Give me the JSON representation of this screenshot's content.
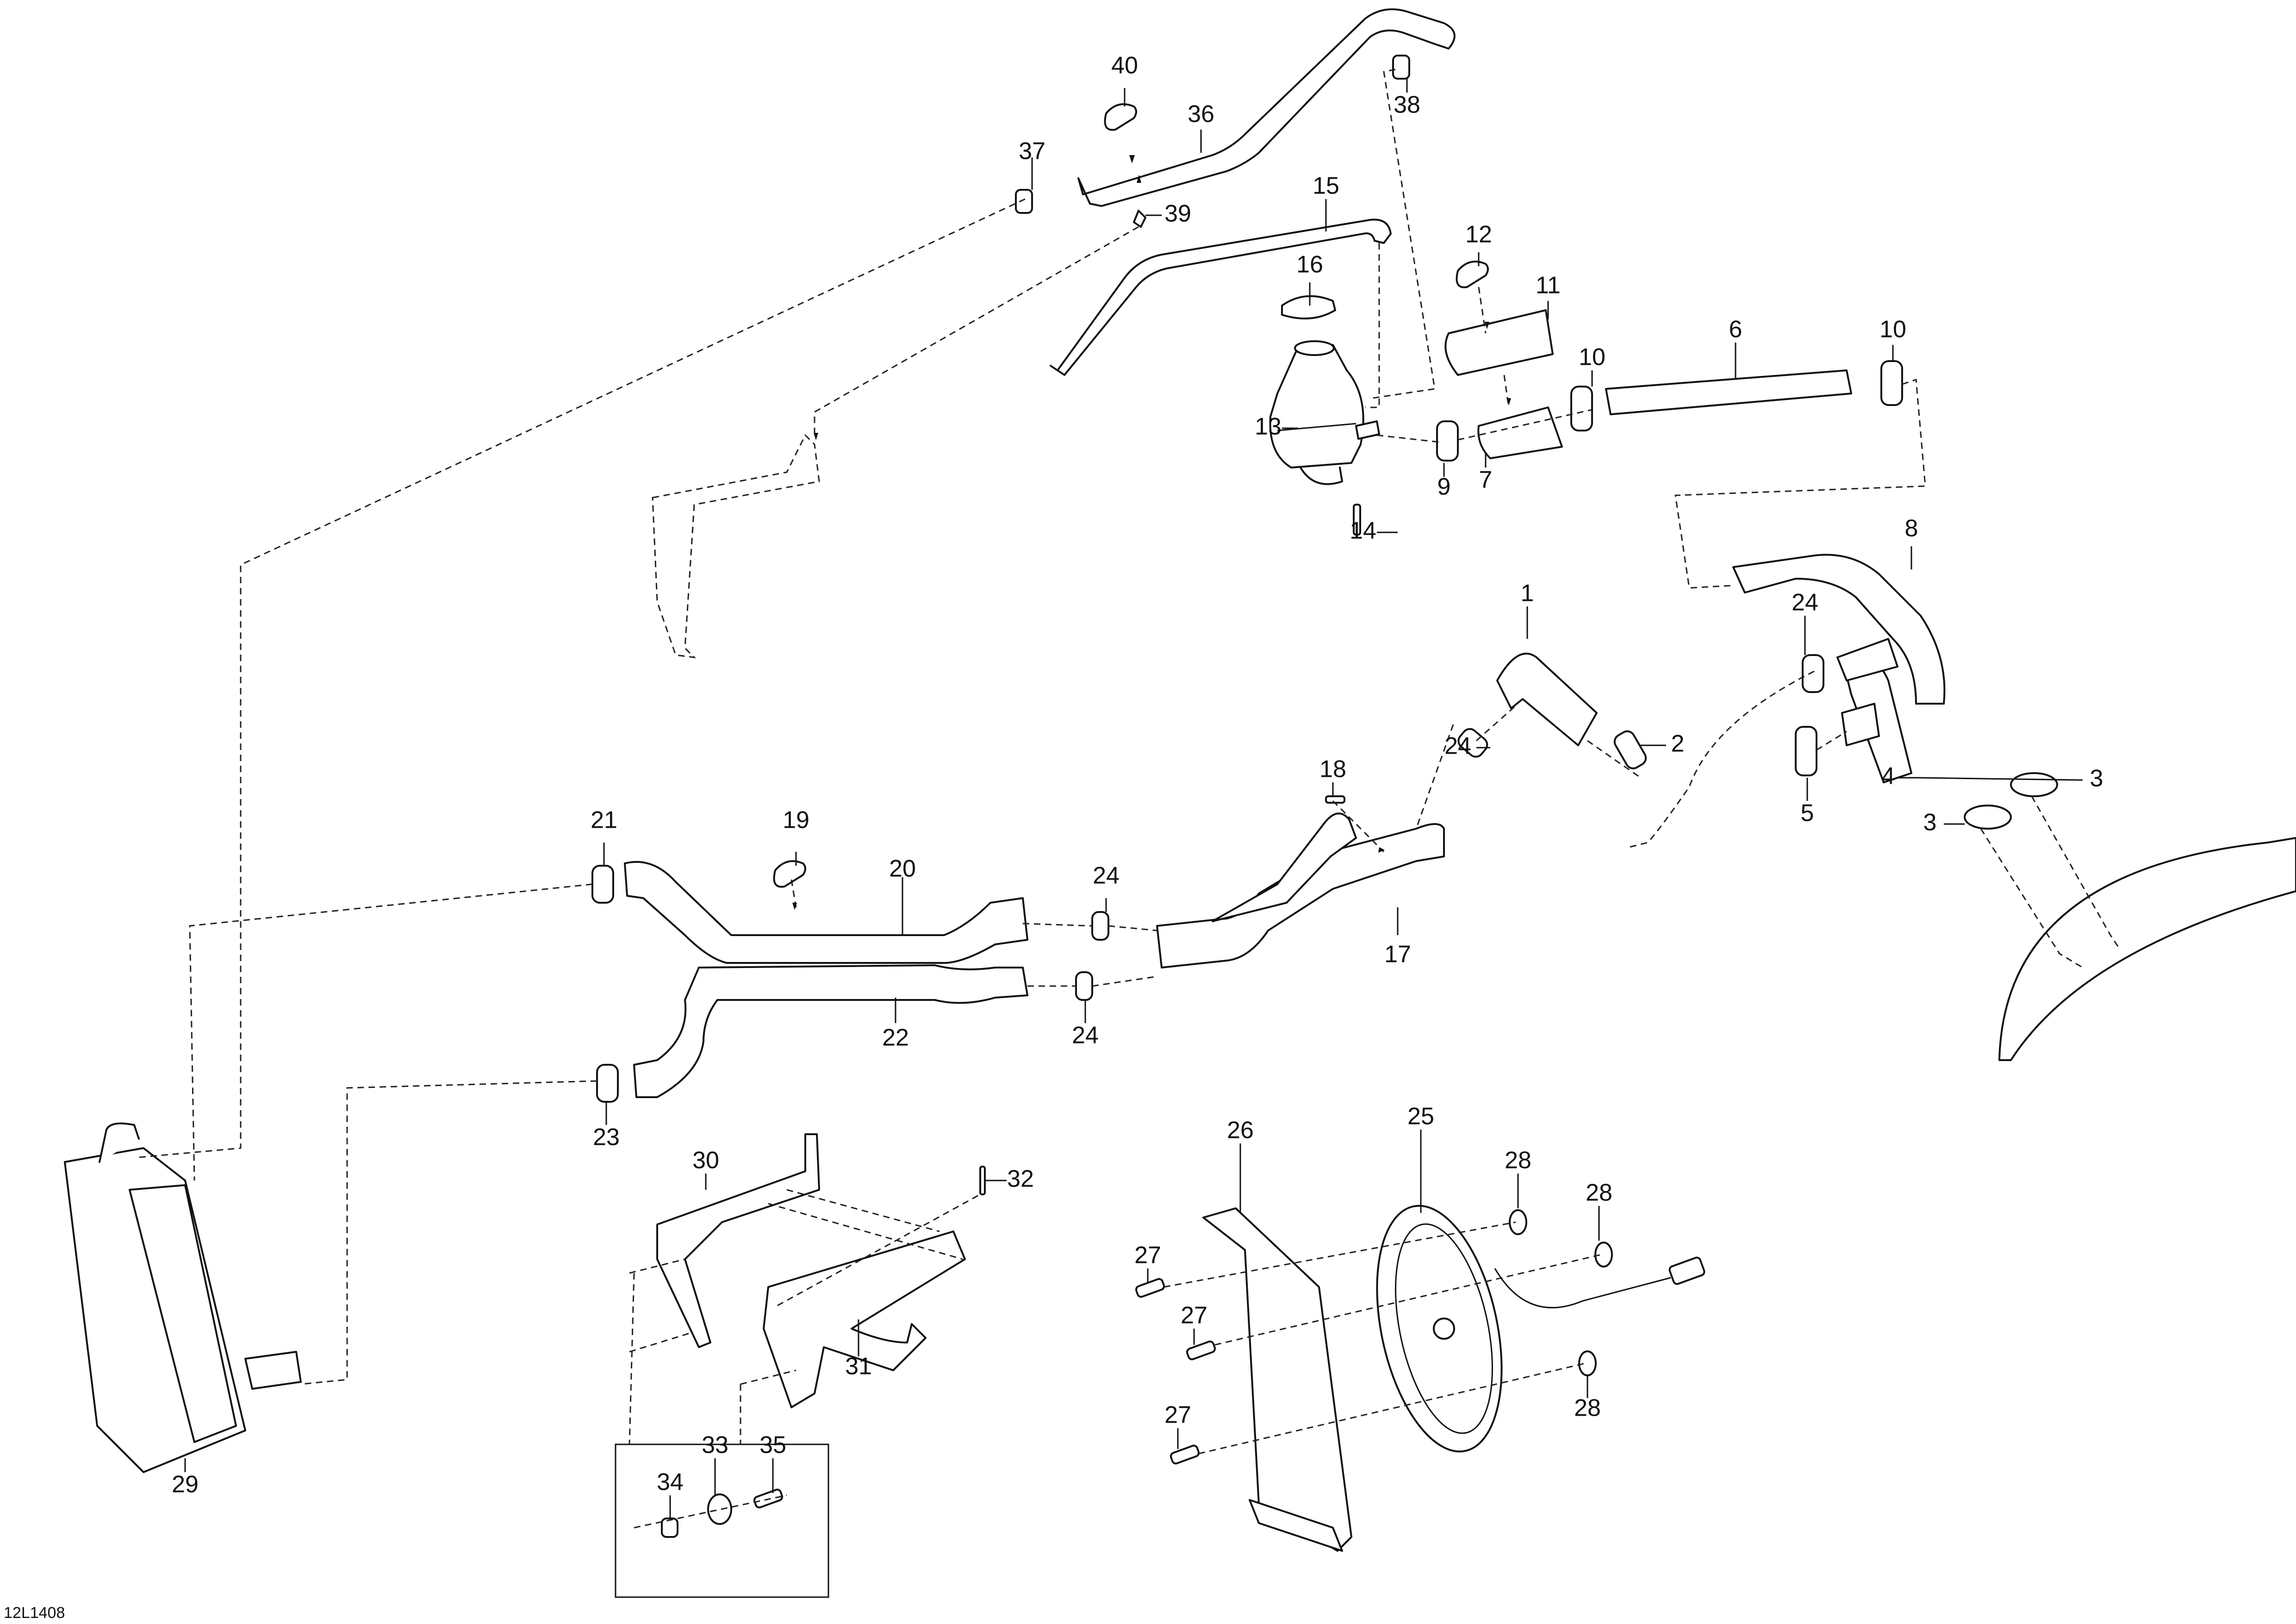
{
  "diagram": {
    "type": "exploded-parts-diagram",
    "subject": "cooling system hoses, reservoir, radiator and fan",
    "figure_id": "12L1408",
    "callouts": [
      {
        "id": "c1",
        "label": "1"
      },
      {
        "id": "c2",
        "label": "2"
      },
      {
        "id": "c3a",
        "label": "3"
      },
      {
        "id": "c3b",
        "label": "3"
      },
      {
        "id": "c4",
        "label": "4"
      },
      {
        "id": "c5",
        "label": "5"
      },
      {
        "id": "c6",
        "label": "6"
      },
      {
        "id": "c7",
        "label": "7"
      },
      {
        "id": "c8",
        "label": "8"
      },
      {
        "id": "c9",
        "label": "9"
      },
      {
        "id": "c10a",
        "label": "10"
      },
      {
        "id": "c10b",
        "label": "10"
      },
      {
        "id": "c11",
        "label": "11"
      },
      {
        "id": "c12",
        "label": "12"
      },
      {
        "id": "c13",
        "label": "13"
      },
      {
        "id": "c14",
        "label": "14"
      },
      {
        "id": "c15",
        "label": "15"
      },
      {
        "id": "c16",
        "label": "16"
      },
      {
        "id": "c17",
        "label": "17"
      },
      {
        "id": "c18",
        "label": "18"
      },
      {
        "id": "c19",
        "label": "19"
      },
      {
        "id": "c20",
        "label": "20"
      },
      {
        "id": "c21",
        "label": "21"
      },
      {
        "id": "c22",
        "label": "22"
      },
      {
        "id": "c23",
        "label": "23"
      },
      {
        "id": "c24a",
        "label": "24"
      },
      {
        "id": "c24b",
        "label": "24"
      },
      {
        "id": "c24c",
        "label": "24"
      },
      {
        "id": "c24d",
        "label": "24"
      },
      {
        "id": "c25",
        "label": "25"
      },
      {
        "id": "c26",
        "label": "26"
      },
      {
        "id": "c27a",
        "label": "27"
      },
      {
        "id": "c27b",
        "label": "27"
      },
      {
        "id": "c27c",
        "label": "27"
      },
      {
        "id": "c28a",
        "label": "28"
      },
      {
        "id": "c28b",
        "label": "28"
      },
      {
        "id": "c28c",
        "label": "28"
      },
      {
        "id": "c29",
        "label": "29"
      },
      {
        "id": "c30",
        "label": "30"
      },
      {
        "id": "c31",
        "label": "31"
      },
      {
        "id": "c32",
        "label": "32"
      },
      {
        "id": "c33",
        "label": "33"
      },
      {
        "id": "c34",
        "label": "34"
      },
      {
        "id": "c35",
        "label": "35"
      },
      {
        "id": "c36",
        "label": "36"
      },
      {
        "id": "c37",
        "label": "37"
      },
      {
        "id": "c38",
        "label": "38"
      },
      {
        "id": "c39",
        "label": "39"
      },
      {
        "id": "c40",
        "label": "40"
      }
    ]
  }
}
